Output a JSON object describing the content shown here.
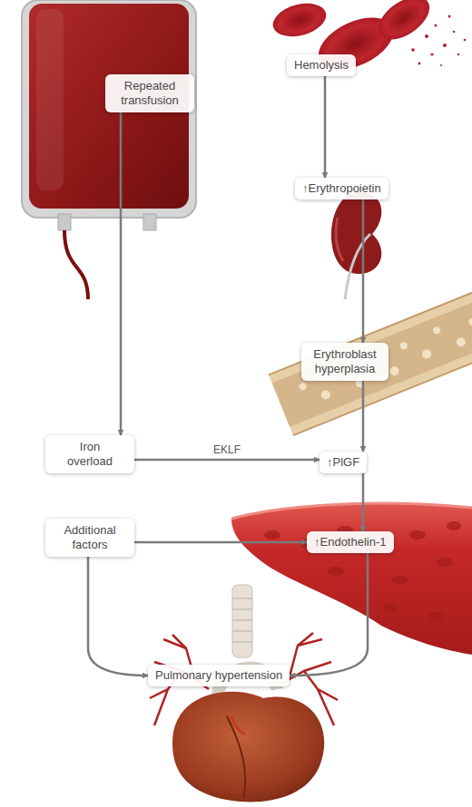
{
  "diagram": {
    "nodes": [
      {
        "text": [
          "Repeated transfusion"
        ]
      },
      {
        "text": [
          "Hemolysis"
        ]
      },
      {
        "text": [
          "↑Erythropoietin"
        ]
      },
      {
        "text": [
          "Erythroblast hyperplasia"
        ]
      },
      {
        "text": [
          "Iron overload"
        ]
      },
      {
        "text": [
          "↑PlGF"
        ]
      },
      {
        "text": [
          "Additional factors"
        ]
      },
      {
        "text": [
          "↑Endothelin-1"
        ]
      },
      {
        "text": [
          "Pulmonary hypertension"
        ]
      }
    ],
    "edges": [
      {
        "from": 0,
        "to": 4,
        "arrow": "to"
      },
      {
        "from": 1,
        "to": 2,
        "arrow": "to"
      },
      {
        "from": 2,
        "to": 3,
        "arrow": "to"
      },
      {
        "from": 3,
        "to": 5,
        "arrow": "to"
      },
      {
        "from": 4,
        "to": 5,
        "label": "EKLF",
        "arrow": "to"
      },
      {
        "from": 5,
        "to": 7,
        "arrow": "to"
      },
      {
        "from": 6,
        "to": 7,
        "arrow": "to"
      },
      {
        "from": 6,
        "to": 8,
        "arrow": "to"
      },
      {
        "from": 7,
        "to": 8,
        "arrow": "to"
      }
    ]
  }
}
